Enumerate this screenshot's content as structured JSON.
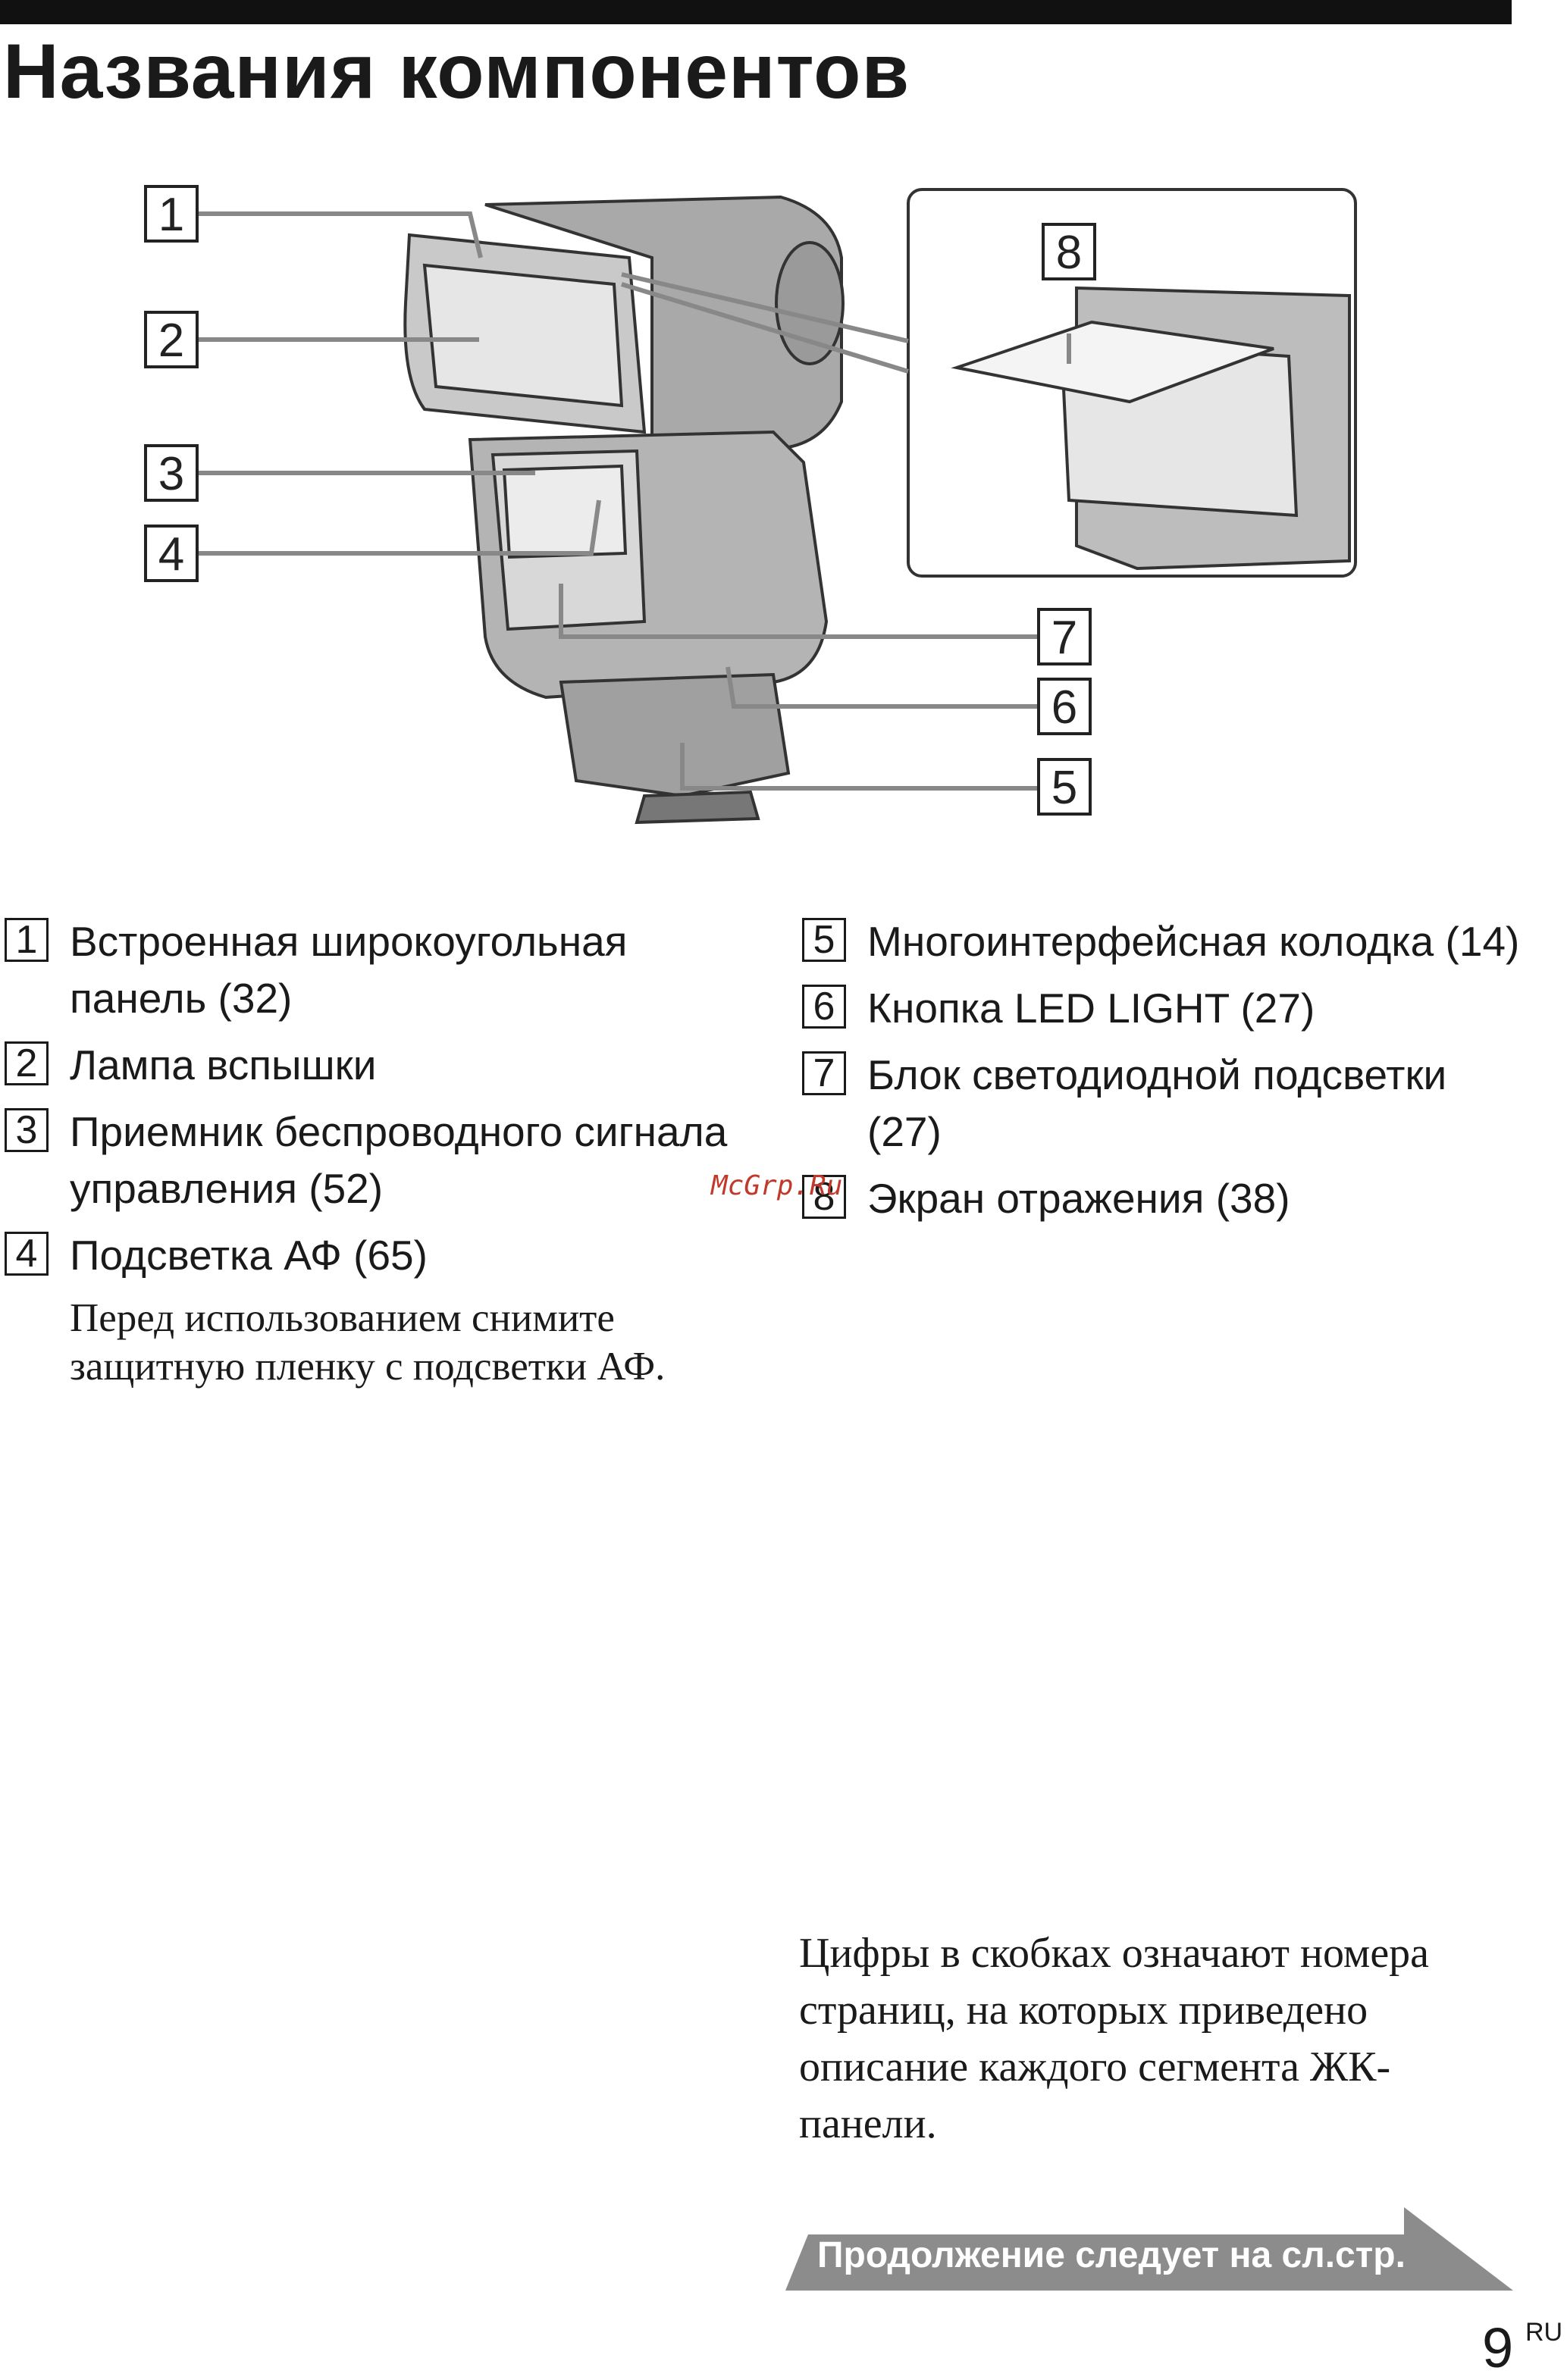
{
  "title": "Названия компонентов",
  "diagram": {
    "callouts": [
      "1",
      "2",
      "3",
      "4",
      "5",
      "6",
      "7",
      "8"
    ]
  },
  "items_left": [
    {
      "num": "1",
      "text": "Встроенная широкоугольная панель (32)"
    },
    {
      "num": "2",
      "text": "Лампа вспышки"
    },
    {
      "num": "3",
      "text": "Приемник беспроводного сигнала управления (52)"
    },
    {
      "num": "4",
      "text": "Подсветка АФ (65)"
    }
  ],
  "note": "Перед использованием снимите защитную пленку с подсветки АФ.",
  "items_right": [
    {
      "num": "5",
      "text": "Многоинтерфейсная колодка (14)"
    },
    {
      "num": "6",
      "text": "Кнопка LED LIGHT (27)"
    },
    {
      "num": "7",
      "text": "Блок светодиодной подсветки (27)"
    },
    {
      "num": "8",
      "text": "Экран отражения (38)"
    }
  ],
  "watermark": "McGrp.Ru",
  "footnote": "Цифры в скобках означают номера страниц, на которых приведено описание каждого сегмента ЖК-панели.",
  "continue_label": "Продолжение следует на сл.стр.",
  "page": {
    "number": "9",
    "lang": "RU"
  }
}
